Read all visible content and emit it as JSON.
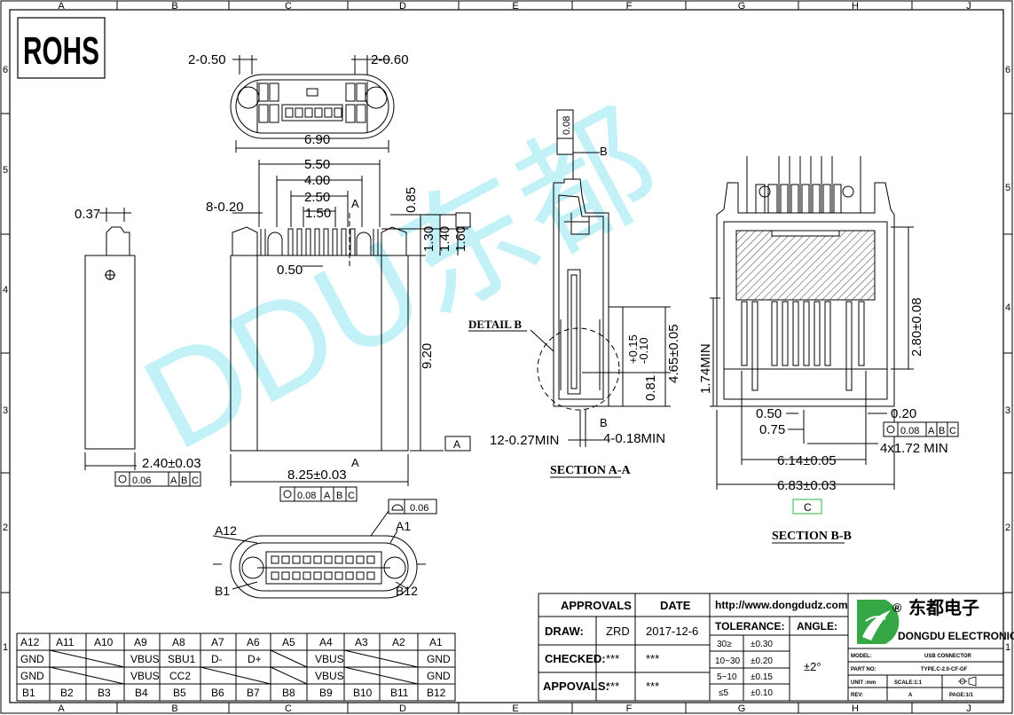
{
  "frame": {
    "cols_top": [
      "A",
      "B",
      "C",
      "D",
      "E",
      "F",
      "G",
      "H",
      "J"
    ],
    "cols_bottom": [
      "A",
      "B",
      "C",
      "D",
      "E",
      "F",
      "G",
      "H",
      "J"
    ],
    "rows_left": [
      "6",
      "5",
      "4",
      "3",
      "2",
      "1"
    ],
    "rows_right": [
      "6",
      "5",
      "4",
      "3",
      "2",
      "1"
    ]
  },
  "badge": {
    "rohs": "ROHS"
  },
  "watermark": {
    "text": "DDU东都"
  },
  "dims": {
    "top_left_pitch": "2-0.50",
    "top_right_pitch": "2-0.60",
    "width_690": "6.90",
    "d550": "5.50",
    "d400": "4.00",
    "d250": "2.50",
    "d150": "1.50",
    "pins": "8-0.20",
    "d050": "0.50",
    "d085": "0.85",
    "d130": "1.30",
    "d140": "1.40",
    "d160": "1.60",
    "d920": "9.20",
    "d825": "8.25±0.03",
    "d037": "0.37",
    "d240": "2.40±0.03",
    "sec_a_mark": "A",
    "sec_b_mark": "B",
    "d008": "0.08",
    "d081": "0.81",
    "d081_tol": "+0.15\n-0.10",
    "d081_tol_plus": "+0.15",
    "d081_tol_minus": "-0.10",
    "d465": "4.65±0.05",
    "min12": "12-0.27MIN",
    "min4": "4-0.18MIN",
    "d174": "1.74MIN",
    "d280": "2.80±0.08",
    "b050": "0.50",
    "b075": "0.75",
    "b020": "0.20",
    "d614": "6.14±0.05",
    "d172": "4x1.72 MIN",
    "d683": "6.83±0.03",
    "d006": "0.06"
  },
  "tol_frames": {
    "f1": [
      "0.08",
      "A",
      "B",
      "C"
    ],
    "f2": [
      "0.06",
      "A",
      "B",
      "C"
    ],
    "f3": [
      "0.08",
      "A",
      "B",
      "C"
    ],
    "datum_a": "A",
    "datum_c": "C"
  },
  "labels": {
    "detail_b": "DETAIL B",
    "section_aa": "SECTION A-A",
    "section_bb": "SECTION B-B",
    "a12": "A12",
    "a1": "A1",
    "b1": "B1",
    "b12": "B12"
  },
  "pin_table": {
    "rows": [
      [
        "A12",
        "A11",
        "A10",
        "A9",
        "A8",
        "A7",
        "A6",
        "A5",
        "A4",
        "A3",
        "A2",
        "A1"
      ],
      [
        "GND",
        "",
        "",
        "VBUS",
        "SBU1",
        "D-",
        "D+",
        "",
        "VBUS",
        "",
        "",
        "GND"
      ],
      [
        "GND",
        "",
        "",
        "VBUS",
        "CC2",
        "",
        "",
        "",
        "VBUS",
        "",
        "",
        "GND"
      ],
      [
        "B1",
        "B2",
        "B3",
        "B4",
        "B5",
        "B6",
        "B7",
        "B8",
        "B9",
        "B10",
        "B11",
        "B12"
      ]
    ]
  },
  "title_block": {
    "approvals": "APPROVALS",
    "date": "DATE",
    "url": "http://www.dongdudz.com",
    "draw": "DRAW:",
    "draw_name": "ZRD",
    "draw_date": "2017-12-6",
    "checked": "CHECKED:",
    "checked_name": "***",
    "checked_date": "***",
    "approvals2": "APPOVALS:",
    "app_name": "***",
    "app_date": "***",
    "tolerance": "TOLERANCE:",
    "angle": "ANGLE:",
    "angle_val": "±2°",
    "tol_rows": [
      [
        "30≥",
        "±0.30"
      ],
      [
        "10~30",
        "±0.20"
      ],
      [
        "5~10",
        "±0.15"
      ],
      [
        "≤5",
        "±0.10"
      ]
    ],
    "company_cn": "东都电子",
    "company_en": "DONGDU ELECTRONICS",
    "registered": "®",
    "model": "MODEL:",
    "model_val": "USB CONNECTOR",
    "part_no": "PART NO:",
    "part_no_val": "TYPE.C-2.0-CF-GF",
    "unit": "UNIT :mm",
    "scale": "SCALE:1:1",
    "rev": "REV:",
    "rev_val": "A",
    "page": "PAGE:1/1"
  },
  "colors": {
    "watermark": "#8fe8f0",
    "datum_green": "#2bb34a",
    "logo_green": "#35a845"
  }
}
